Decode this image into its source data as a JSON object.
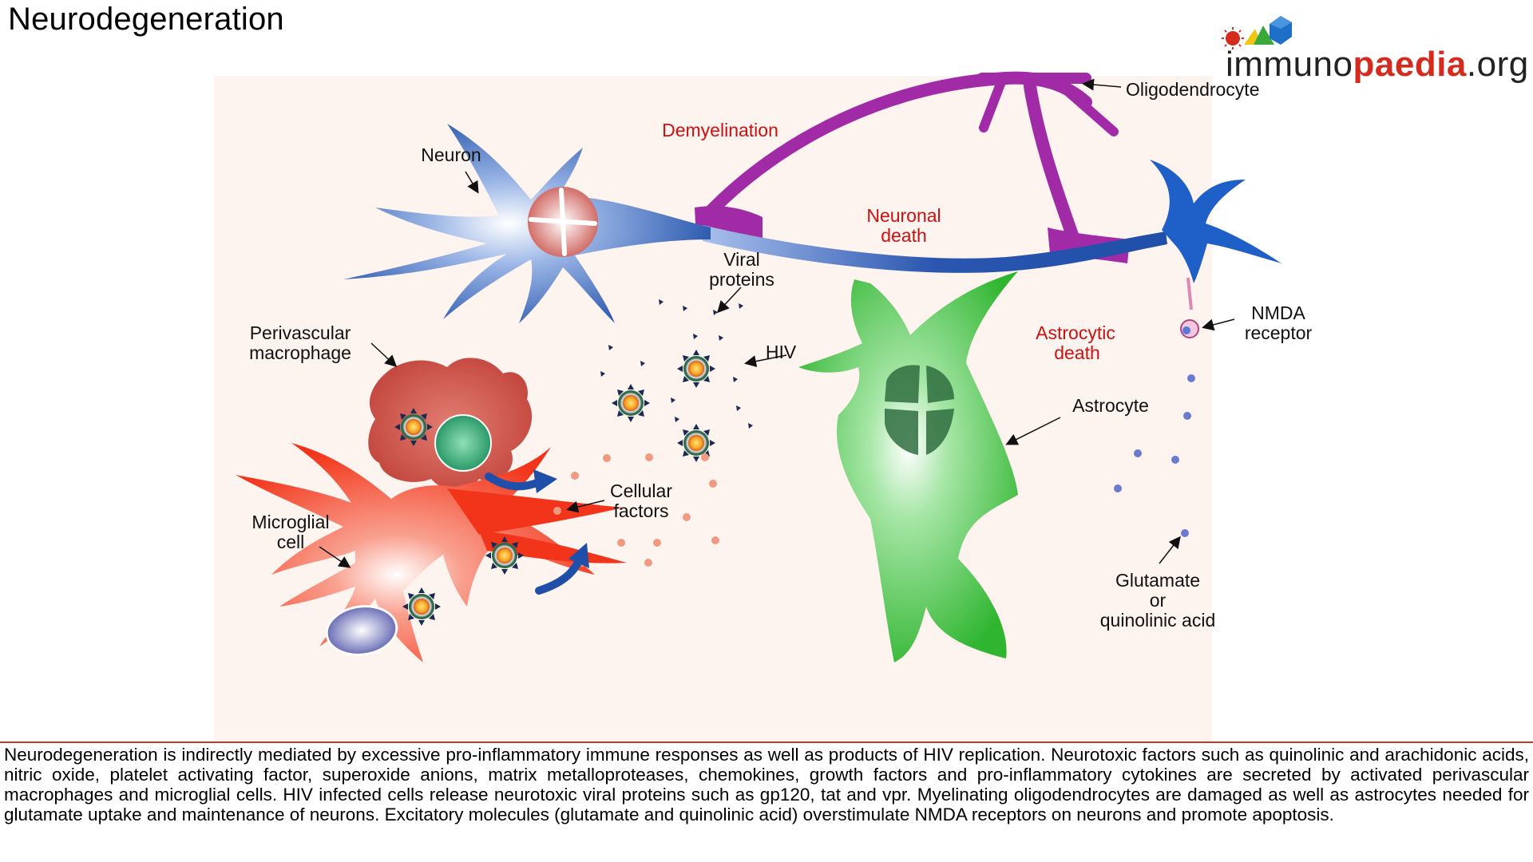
{
  "header": {
    "title": "Neurodegeneration"
  },
  "logo": {
    "text_plain_1": "immuno",
    "text_bold": "paedia",
    "text_plain_2": ".org",
    "colors": {
      "red": "#d52b1e",
      "green": "#3aa83a",
      "yellow": "#f2c511",
      "blue": "#1e6fc7"
    }
  },
  "diagram": {
    "labels": {
      "neuron": "Neuron",
      "demyelination": "Demyelination",
      "oligodendrocyte": "Oligodendrocyte",
      "neuronal_death_1": "Neuronal",
      "neuronal_death_2": "death",
      "viral_proteins_1": "Viral",
      "viral_proteins_2": "proteins",
      "hiv": "HIV",
      "perivascular_1": "Perivascular",
      "perivascular_2": "macrophage",
      "astrocytic_death_1": "Astrocytic",
      "astrocytic_death_2": "death",
      "nmda_1": "NMDA",
      "nmda_2": "receptor",
      "astrocyte": "Astrocyte",
      "cellular_factors_1": "Cellular",
      "cellular_factors_2": "factors",
      "microglial_1": "Microglial",
      "microglial_2": "cell",
      "glutamate_1": "Glutamate",
      "glutamate_2": "or",
      "glutamate_3": "quinolinic acid"
    },
    "colors": {
      "background": "#fdf3ef",
      "neuron": "#1f4fa8",
      "oligodendrocyte": "#a12aa6",
      "astrocyte": "#3fbf3f",
      "macrophage": "#c94a3f",
      "microglia": "#f2351a",
      "label_red": "#cc1111",
      "arrow_blue": "#1f4fa8"
    }
  },
  "caption": {
    "text": "Neurodegeneration is indirectly mediated by excessive pro-inflammatory immune responses as well as products of HIV replication. Neurotoxic factors such as quinolinic and arachidonic acids, nitric oxide, platelet activating factor, superoxide anions, matrix metalloproteases, chemokines, growth factors and pro-inflammatory cytokines are secreted by activated perivascular macrophages and microglial cells. HIV infected cells release neurotoxic viral proteins such as gp120, tat and vpr. Myelinating oligodendrocytes are damaged as well as astrocytes needed for glutamate uptake and maintenance of neurons. Excitatory molecules (glutamate and quinolinic acid) overstimulate NMDA receptors on neurons and promote apoptosis."
  }
}
